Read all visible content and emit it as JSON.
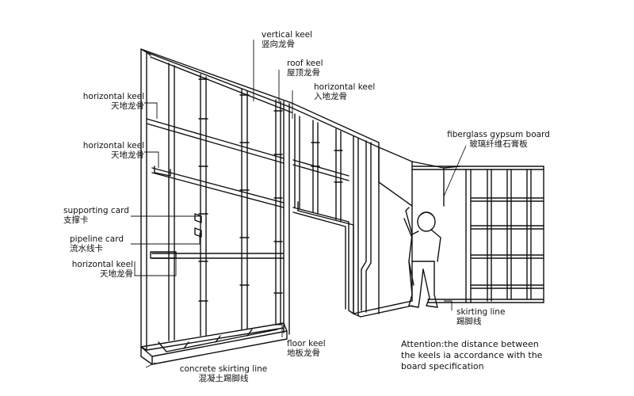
{
  "labels": {
    "vertical_keel": {
      "en": "vertical keel",
      "zh": "竖向龙骨"
    },
    "roof_keel": {
      "en": "roof keel",
      "zh": "屋顶龙骨"
    },
    "horizontal_keel_ground": {
      "en": "horizontal keel",
      "zh": "入地龙骨"
    },
    "horizontal_keel_1": {
      "en": "horizontal keel",
      "zh": "天地龙骨"
    },
    "horizontal_keel_2": {
      "en": "horizontal keel",
      "zh": "天地龙骨"
    },
    "supporting_card": {
      "en": "supporting card",
      "zh": "支撑卡"
    },
    "pipeline_card": {
      "en": "pipeline card",
      "zh": "流水线卡"
    },
    "horizontal_keel_3": {
      "en": "horizontal keel",
      "zh": "天地龙骨"
    },
    "fiberglass_board": {
      "en": "fiberglass gypsum board",
      "zh": "玻璃纤维石膏板"
    },
    "skirting_line": {
      "en": "skirting line",
      "zh": "踢脚线"
    },
    "floor_keel": {
      "en": "floor keel",
      "zh": "地板龙骨"
    },
    "concrete_skirting": {
      "en": "concrete skirting line",
      "zh": "混凝土踢脚线"
    }
  },
  "note": {
    "line1": "Attention:the distance between",
    "line2": "the keels ia accordance with the",
    "line3": "board specification"
  },
  "colors": {
    "ink": "#111111",
    "background": "#ffffff"
  }
}
